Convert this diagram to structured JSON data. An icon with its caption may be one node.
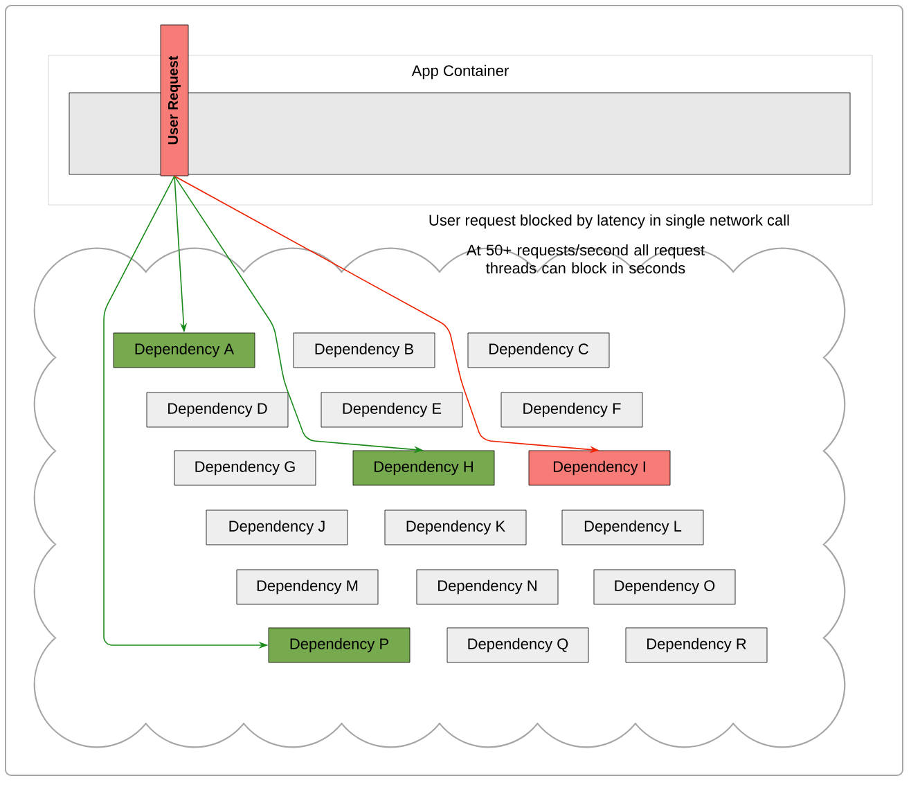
{
  "diagram": {
    "nodes": [
      {
        "text": [
          "App Container"
        ]
      },
      {
        "text": [],
        "shape": "box",
        "in": 0
      },
      {
        "text": [
          "User Request"
        ]
      },
      {
        "text": [],
        "shape": "cloud"
      },
      {
        "text": [
          "Dependency A"
        ],
        "in": 3
      },
      {
        "text": [
          "Dependency B"
        ],
        "in": 3
      },
      {
        "text": [
          "Dependency C"
        ],
        "in": 3
      },
      {
        "text": [
          "Dependency D"
        ],
        "in": 3
      },
      {
        "text": [
          "Dependency E"
        ],
        "in": 3
      },
      {
        "text": [
          "Dependency F"
        ],
        "in": 3
      },
      {
        "text": [
          "Dependency G"
        ],
        "in": 3
      },
      {
        "text": [
          "Dependency H"
        ],
        "in": 3
      },
      {
        "text": [
          "Dependency I"
        ],
        "in": 3
      },
      {
        "text": [
          "Dependency J"
        ],
        "in": 3
      },
      {
        "text": [
          "Dependency K"
        ],
        "in": 3
      },
      {
        "text": [
          "Dependency L"
        ],
        "in": 3
      },
      {
        "text": [
          "Dependency M"
        ],
        "in": 3
      },
      {
        "text": [
          "Dependency N"
        ],
        "in": 3
      },
      {
        "text": [
          "Dependency O"
        ],
        "in": 3
      },
      {
        "text": [
          "Dependency P"
        ],
        "in": 3
      },
      {
        "text": [
          "Dependency Q"
        ],
        "in": 3
      },
      {
        "text": [
          "Dependency R"
        ],
        "in": 3
      }
    ],
    "edges": [
      {
        "from": 2,
        "to": 4,
        "arrow": "to",
        "color": "#1a8a1a"
      },
      {
        "from": 2,
        "to": 11,
        "arrow": "to",
        "color": "#1a8a1a"
      },
      {
        "from": 2,
        "to": 19,
        "arrow": "to",
        "color": "#1a8a1a"
      },
      {
        "from": 2,
        "to": 12,
        "arrow": "to",
        "color": "#ee2200"
      }
    ],
    "labels": [
      "User request blocked by latency in single network call",
      "At 50+ requests/second all request threads can block in seconds"
    ]
  }
}
